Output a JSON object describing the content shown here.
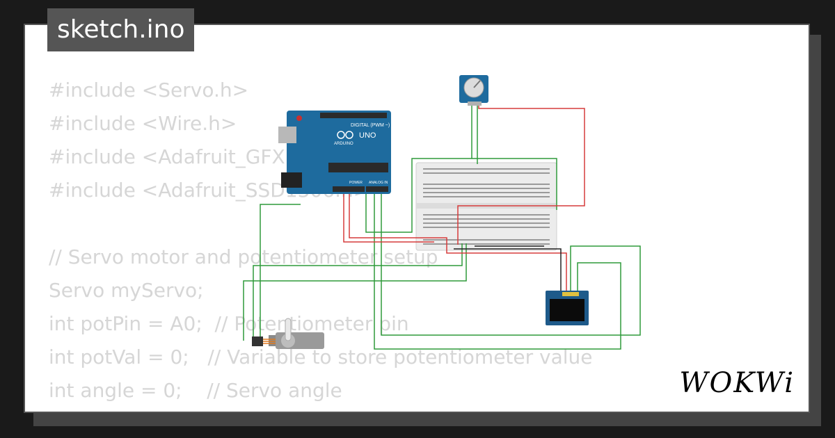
{
  "tab": {
    "title": "sketch.ino"
  },
  "code": {
    "lines": [
      "#include <Servo.h>",
      "#include <Wire.h>",
      "#include <Adafruit_GFX.h>",
      "#include <Adafruit_SSD1306.h>",
      "",
      "// Servo motor and potentiometer setup",
      "Servo myServo;",
      "int potPin = A0;  // Potentiometer pin",
      "int potVal = 0;   // Variable to store potentiometer value",
      "int angle = 0;    // Servo angle"
    ]
  },
  "arduino": {
    "logo_text": "UNO",
    "brand": "ARDUINO",
    "header_digital": "DIGITAL (PWM ~)",
    "header_power": "POWER",
    "header_analog": "ANALOG IN",
    "board_color": "#1e6b9e"
  },
  "logo": {
    "text": "WOKWi"
  },
  "colors": {
    "wire_green": "#2e9a3a",
    "wire_red": "#d63b3b",
    "wire_black": "#222222",
    "code_text": "#d6d6d6"
  }
}
